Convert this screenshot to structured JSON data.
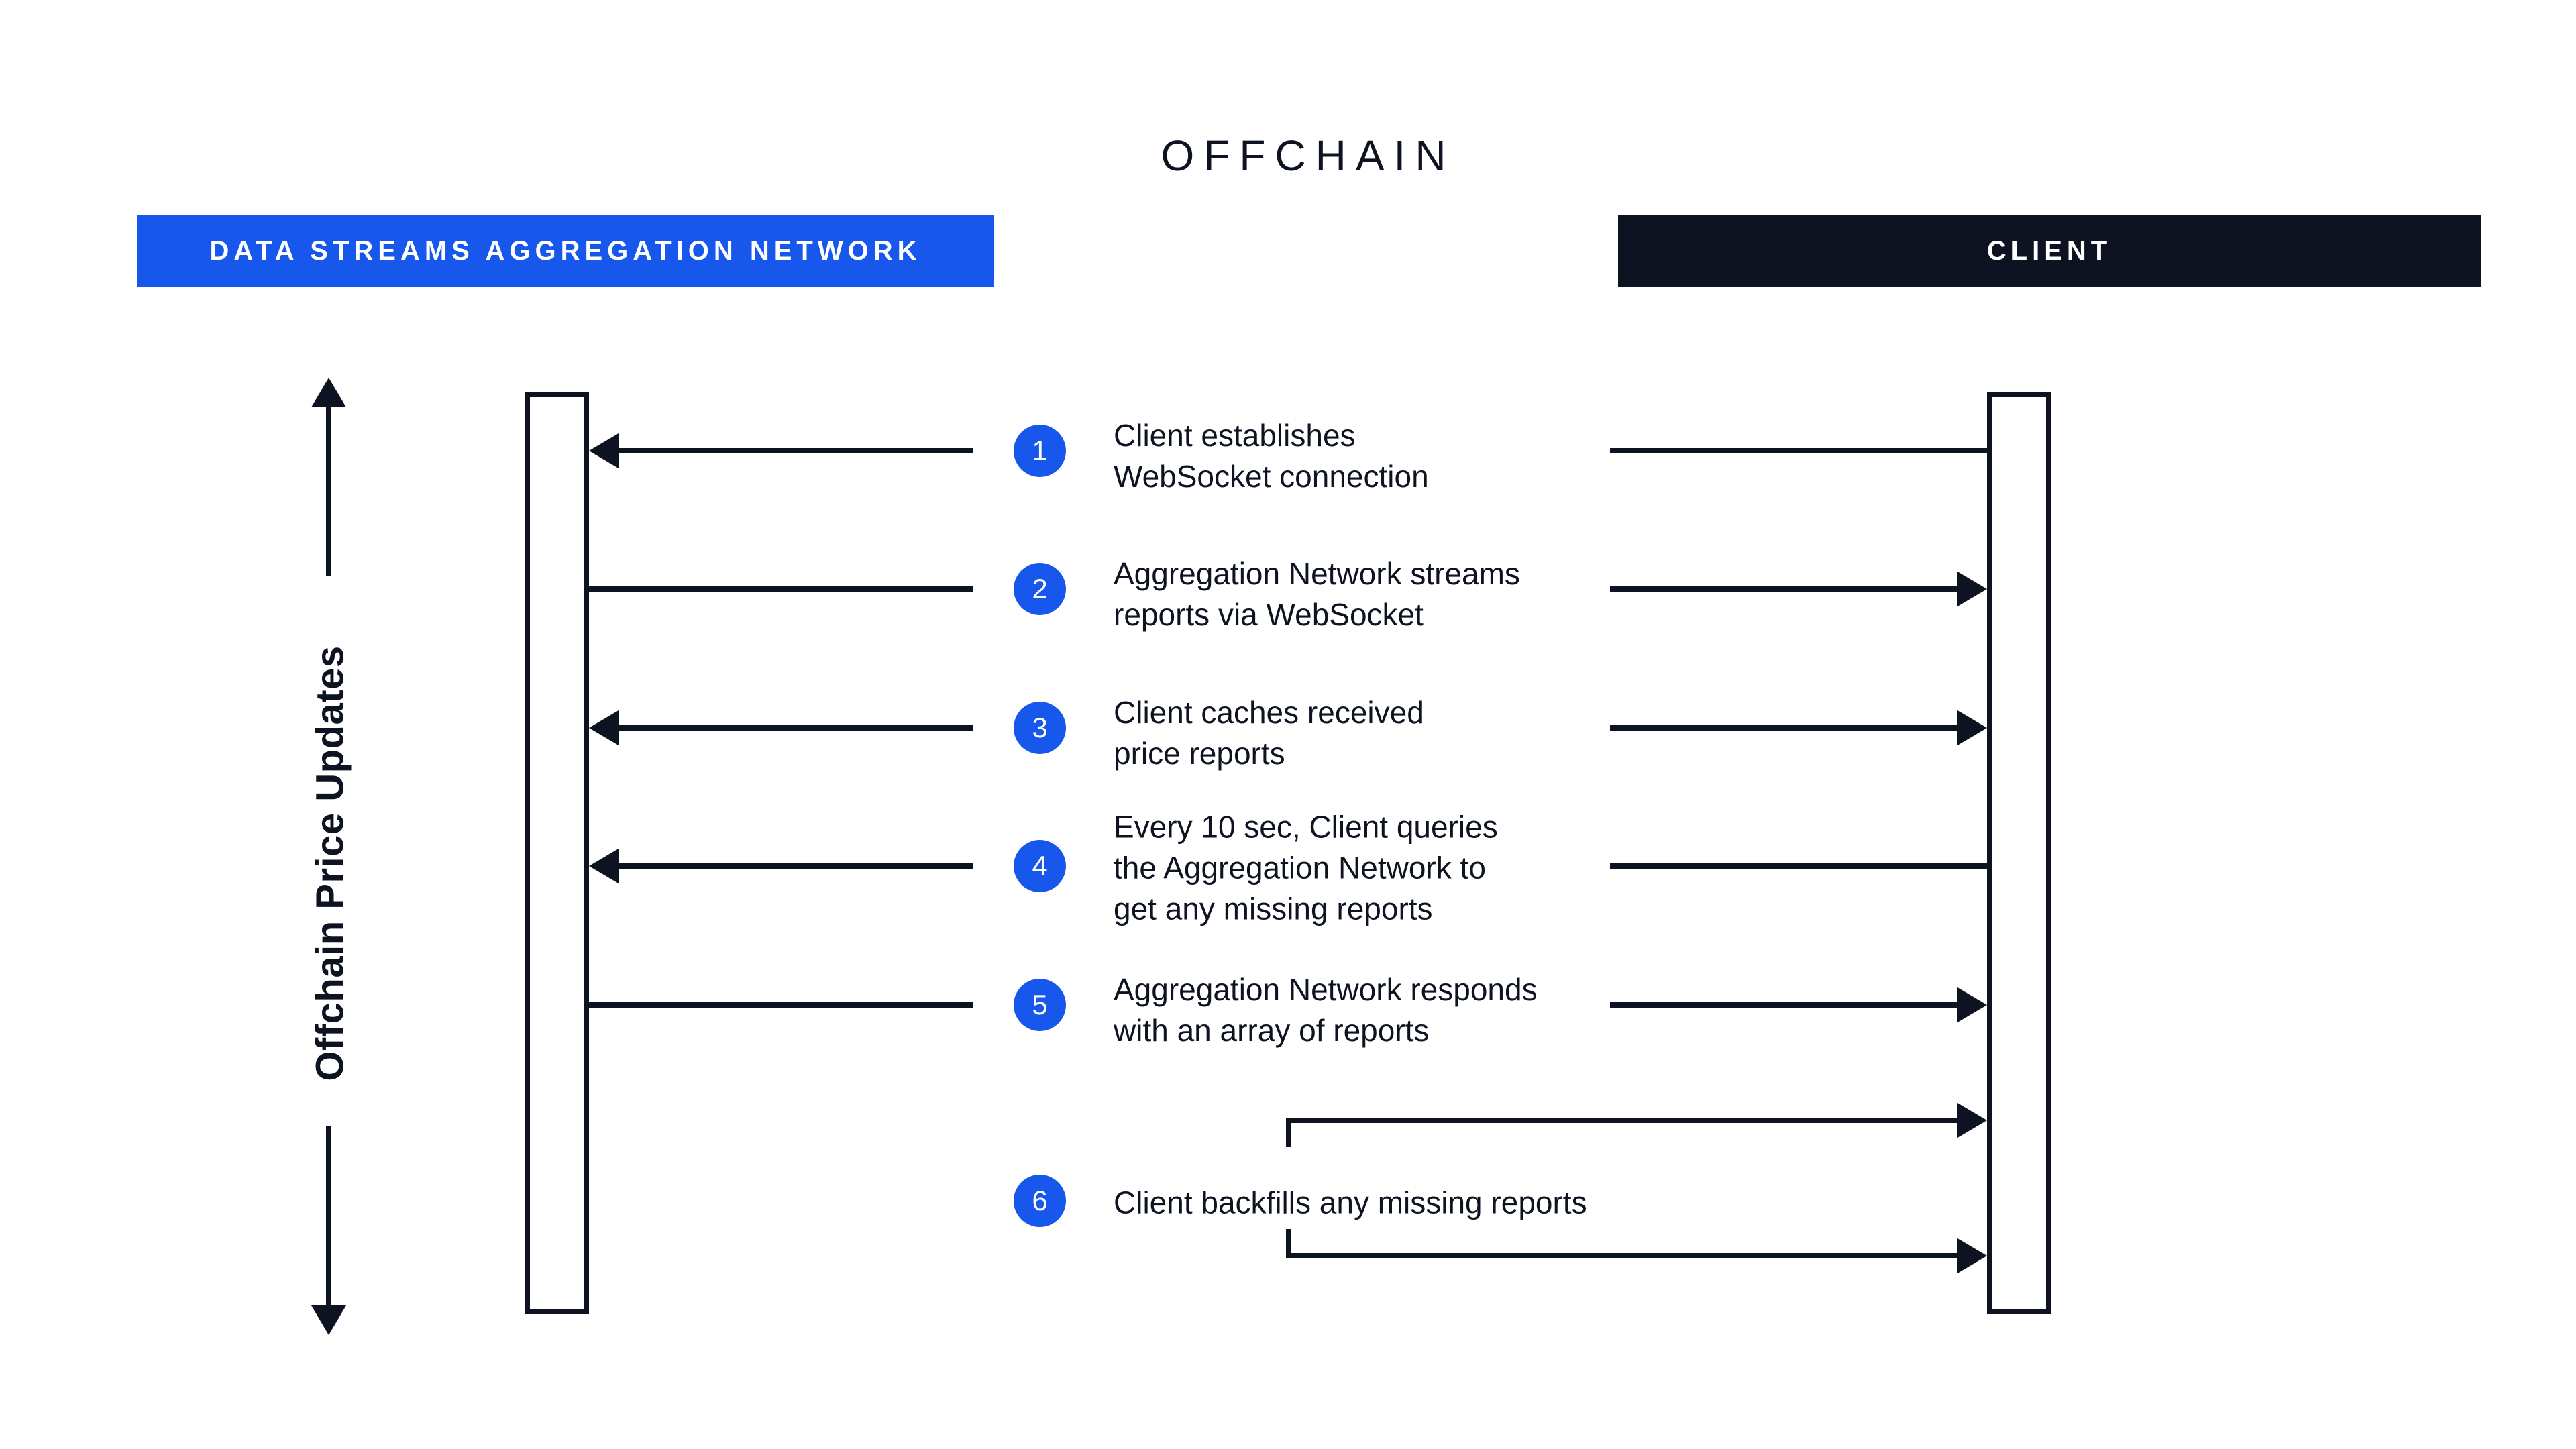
{
  "title": "OFFCHAIN",
  "colors": {
    "accent_blue": "#1757EC",
    "dark_navy": "#0D1320"
  },
  "lanes": {
    "aggregation_network": {
      "label": "DATA STREAMS AGGREGATION NETWORK"
    },
    "client": {
      "label": "CLIENT"
    }
  },
  "side_axis": {
    "label": "Offchain Price Updates"
  },
  "steps": [
    {
      "num": "1",
      "label": "Client establishes\nWebSocket connection"
    },
    {
      "num": "2",
      "label": "Aggregation Network streams\nreports via WebSocket"
    },
    {
      "num": "3",
      "label": "Client caches received\nprice reports"
    },
    {
      "num": "4",
      "label": "Every 10 sec, Client queries\nthe Aggregation Network to\nget any missing reports"
    },
    {
      "num": "5",
      "label": "Aggregation Network responds\nwith an array of reports"
    },
    {
      "num": "6",
      "label": "Client backfills any missing reports"
    }
  ]
}
